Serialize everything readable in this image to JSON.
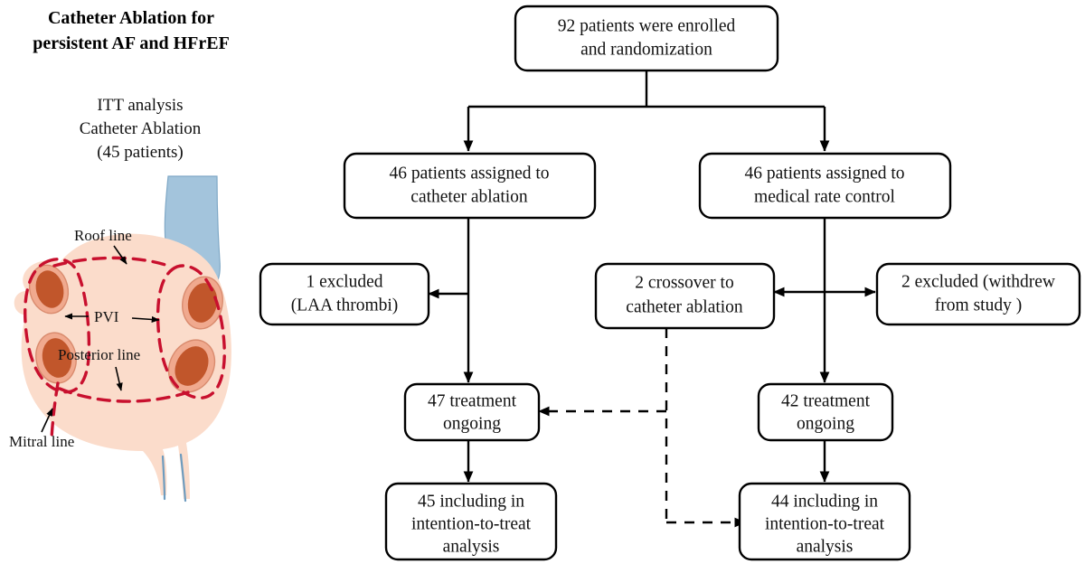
{
  "figure": {
    "domain": "flowchart-diagram",
    "background": "#ffffff"
  },
  "left_panel": {
    "title_line1": "Catheter Ablation for",
    "title_line2": "persistent AF and HFrEF",
    "subtitle_line1": "ITT analysis",
    "subtitle_line2": "Catheter Ablation",
    "subtitle_line3": "(45 patients)",
    "illustration": {
      "name": "left-atrium-ablation-diagram",
      "tissue_color": "#FBDCCB",
      "vessel_color": "#A3C4DC",
      "pv_ostium_outer_color": "#F0A98E",
      "pv_ostium_inner_color": "#C1562B",
      "ablation_line_color": "#C8102E",
      "labels": [
        {
          "id": "roof-line",
          "text": "Roof line"
        },
        {
          "id": "pvi",
          "text": "PVI"
        },
        {
          "id": "posterior-line",
          "text": "Posterior line"
        },
        {
          "id": "mitral-line",
          "text": "Mitral line"
        }
      ]
    }
  },
  "flowchart": {
    "type": "consort-flow-diagram",
    "box_border_color": "#000000",
    "box_fill_color": "#ffffff",
    "connector_color": "#000000",
    "nodes": [
      {
        "id": "enrollment",
        "lines": [
          "92 patients were enrolled",
          "and randomization"
        ]
      },
      {
        "id": "assigned-ablation",
        "lines": [
          "46 patients assigned to",
          "catheter ablation"
        ]
      },
      {
        "id": "assigned-medical",
        "lines": [
          "46 patients assigned to",
          "medical rate control"
        ]
      },
      {
        "id": "excluded-laa",
        "lines": [
          "1 excluded",
          "(LAA thrombi)"
        ]
      },
      {
        "id": "crossover-ablation",
        "lines": [
          "2 crossover to",
          "catheter ablation"
        ]
      },
      {
        "id": "excluded-withdrew",
        "lines": [
          "2 excluded (withdrew",
          "from study )"
        ]
      },
      {
        "id": "ongoing-ablation",
        "lines": [
          "47 treatment",
          "ongoing"
        ]
      },
      {
        "id": "ongoing-medical",
        "lines": [
          "42 treatment",
          "ongoing"
        ]
      },
      {
        "id": "itt-ablation",
        "lines": [
          "45 including in",
          "intention-to-treat",
          "analysis"
        ]
      },
      {
        "id": "itt-medical",
        "lines": [
          "44 including in",
          "intention-to-treat",
          "analysis"
        ]
      }
    ],
    "edges": [
      {
        "id": "enrollment-split",
        "style": "solid"
      },
      {
        "id": "ablation-to-excluded-laa",
        "style": "solid"
      },
      {
        "id": "ablation-to-ongoing",
        "style": "solid"
      },
      {
        "id": "medical-to-crossover",
        "style": "solid"
      },
      {
        "id": "medical-to-excluded-withdrew",
        "style": "solid"
      },
      {
        "id": "medical-to-ongoing",
        "style": "solid"
      },
      {
        "id": "ongoing-ablation-to-itt",
        "style": "solid"
      },
      {
        "id": "ongoing-medical-to-itt",
        "style": "solid"
      },
      {
        "id": "crossover-to-ongoing-ablation",
        "style": "dashed"
      },
      {
        "id": "crossover-to-itt-medical",
        "style": "dashed"
      }
    ]
  }
}
